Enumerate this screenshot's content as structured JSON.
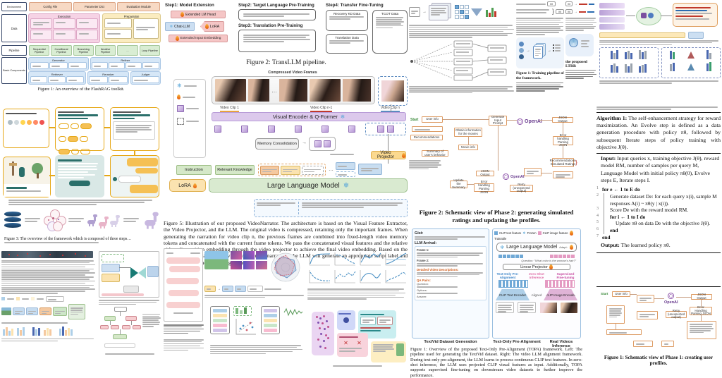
{
  "icons": {
    "snowflake": "❄",
    "arrow_right": "→",
    "arrow_down": "↓",
    "ellipsis": "…",
    "brace": "}"
  },
  "flashrag": {
    "row_labels": [
      "Environment",
      "Data",
      "Pipeline",
      "Basic Components"
    ],
    "header_boxes": [
      "Config File",
      "Parameter Dict",
      "Evaluation Module"
    ],
    "exec_title": "Execution",
    "prep_title": "Preparation",
    "generator": "Generator",
    "refiner": "Refiner",
    "retriever": "Retriever",
    "reranker": "Reranker",
    "judger": "Judger",
    "pipelines": [
      "Sequential Pipeline",
      "Conditional Pipeline",
      "Branching Pipeline",
      "Iterative Pipeline",
      "...",
      "Loop Pipeline"
    ],
    "caption": "Figure 1: An overview of the FlashRAG toolkit."
  },
  "transllm": {
    "step1_title": "Step1: Model Extension",
    "step2_title": "Step2: Target Language Pre-Training",
    "step3_title": "Step3: Translation Pre-Training",
    "step4_title": "Step4: Transfer Fine-Tuning",
    "extended_lm_head": "Extended LM Head",
    "chat_llm": "Chat-LLM",
    "lora": "LoRA",
    "extended_input_embedding": "Extended Input Embedding",
    "recovery_kd": "Recovery KD Data",
    "translation_data": "Translation Data",
    "tcot_data": "TCOT Data",
    "caption": "Figure 2: TransLLM pipeline."
  },
  "ltrr": {
    "caption_start": "Figure 1: Training pipeline of the framework.",
    "fragment": "the proposed LTRR"
  },
  "videonarrator": {
    "frames_title": "Compressed Video Frames",
    "clip1": "Video Clip 1",
    "clipn1": "Video Clip n-1",
    "clipn": "Video Clip n",
    "encoder": "Visual Encoder & Q-Former",
    "memory": "Memory Consolidation",
    "projector": "Video Projector",
    "instruction": "Instruction",
    "knowledge": "Relevant Knowledge",
    "lora": "LoRA",
    "llm": "Large Language Model",
    "caption": "Figure 5: Illustration of our proposed VideoNarrator. The architecture is based on the Visual Feature Extractor, the Video Projector, and the LLM. The original video is compressed, retaining only the important frames. When generating the narration for video clip n, the previous frames are combined into fixed-length video memory tokens and concatenated with the current frame tokens. We pass the concatenated visual features and the relative video clip position embedding through the video projector to achieve the final video embedding. Based on the visual embedding and the previously generated narrations, the LLM will generate an appropriate script label and apply it to guide the narration generation."
  },
  "algorithm": {
    "title_bold": "Algorithm 1:",
    "title_rest": " The self-enhancement strategy for reward maximization. An Evolve step is defined as a data generation procedure with policy πθ, followed by subsequent Iterate steps of policy training with objective J(θ).",
    "input_bold": "Input:",
    "input_rest": " Input queries x, training objective J(θ), reward model RM, number of samples per query M, Language Model with initial policy πθ(0), Evolve steps E, Iterate steps I.",
    "n1": "1",
    "l1": "for e ← 1 to E do",
    "n2": "2",
    "l2": "Generate dataset De: for each query x(i), sample M responses A(i) ~ πθ(y | x(i)).",
    "n3": "3",
    "l3": "Score De with the reward model RM.",
    "n4": "4",
    "l4": "for i ← 1 to I do",
    "n5": "5",
    "l5": "Update πθ on data De with the objective J(θ).",
    "n6": "6",
    "l6": "end",
    "n7": "7",
    "l7": "end",
    "output_bold": "Output:",
    "output_rest": " The learned policy πθ."
  },
  "phase2": {
    "start": "Start",
    "user_info": "User info",
    "recommendations": "Recommendations",
    "obtain": "Obtain information for the movies",
    "movie_info": "Movie info",
    "gen_prompt": "Generate Input Prompt",
    "openai": "OpenAI",
    "json_output": "JSON Output",
    "error": "Error handling Parsing JSON",
    "rec_sim": "Recommendations, Simulated Ratings",
    "retry": "Retry (unexpected output)",
    "update": "Update the Summary",
    "summary": "Summary of user's behavior",
    "caption": "Figure 2: Schematic view of Phase 2: generating simulated ratings and updating the profiles."
  },
  "topa": {
    "gist": "Gist:",
    "llm_arrival": "LLM Arrival:",
    "frame1": "Frame 1:",
    "frame2": "Frame 2:",
    "dvd": "Detailed Video Descriptions:",
    "qa": "QA Pairs:",
    "question_lbl": "Question:",
    "options_lbl": "Options:",
    "answer_lbl": "Answer:",
    "foot_left": "TextVid Dataset Generation",
    "foot_mid": "Text-Only Pre-Alignment",
    "foot_right": "Real Videos Inference",
    "leg_text": "CLIP text feature",
    "leg_img": "CLIP image feature",
    "leg_frozen": "Frozen",
    "leg_train": "Trainable",
    "llm": "Large Language Model",
    "adapt": "Adapt:",
    "question": "Question: \"What color is the woman's hair?\"",
    "proj": "Linear Projector",
    "lab_toa": "Text-Only Pre-Alignment",
    "lab_zsi": "Zero-Shot Inference",
    "lab_sft": "Supervised Fine-tuning",
    "clip_text": "CLIP Text Encoder",
    "aligned": "Aligned",
    "clip_img": "CLIP Image Encoder",
    "caption": "Figure 1: Overview of the proposed Text-Only Pre-Alignment (TOPA) framework. Left: The pipeline used for generating the TextVid dataset. Right: The video LLM alignment framework. During text-only pre-alignment, the LLM learns to process continuous CLIP text features. In zero-shot inference, the LLM uses projected CLIP visual features as input. Additionally, TOPA supports supervised fine-tuning on downstream video datasets to further improve the performance."
  },
  "phase1": {
    "start": "Start",
    "user_info": "User info",
    "openai": "OpenAI",
    "json_output": "JSON Output",
    "error": "Error Handling Parsing JSON",
    "retry": "Retry (unexpected output)",
    "caption": "Figure 1: Schematic view of Phase 1: creating user profiles."
  },
  "llama_fig": {
    "caption": "Figure 3: The overview of the framework which is composed of three steps…"
  }
}
